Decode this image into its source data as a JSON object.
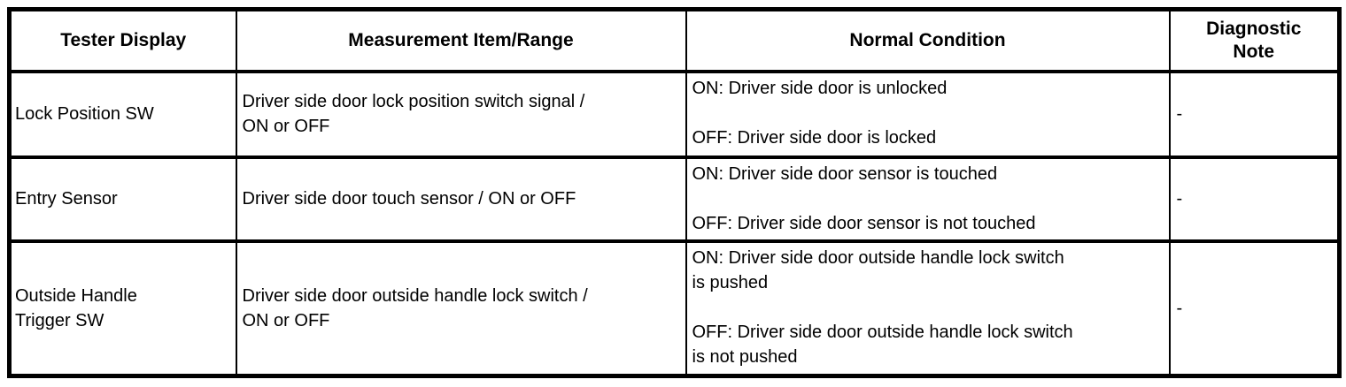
{
  "table": {
    "columns": [
      {
        "label": "Tester Display"
      },
      {
        "label": "Measurement Item/Range"
      },
      {
        "label": "Normal Condition"
      },
      {
        "label": "Diagnostic\nNote"
      }
    ],
    "rows": [
      {
        "tester_display": "Lock Position SW",
        "measurement_item_range": "Driver side door lock position switch signal /\nON or OFF",
        "normal_condition": "ON: Driver side door is unlocked\n\nOFF: Driver side door is locked",
        "diagnostic_note": "-"
      },
      {
        "tester_display": "Entry Sensor",
        "measurement_item_range": "Driver side door touch sensor / ON or OFF",
        "normal_condition": "ON: Driver side door sensor is touched\n\nOFF: Driver side door sensor is not touched",
        "diagnostic_note": "-"
      },
      {
        "tester_display": "Outside Handle\nTrigger SW",
        "measurement_item_range": "Driver side door outside handle lock switch /\nON or OFF",
        "normal_condition": "ON: Driver side door outside handle lock switch\nis pushed\n\nOFF: Driver side door outside handle lock switch\nis not pushed",
        "diagnostic_note": "-"
      }
    ]
  }
}
